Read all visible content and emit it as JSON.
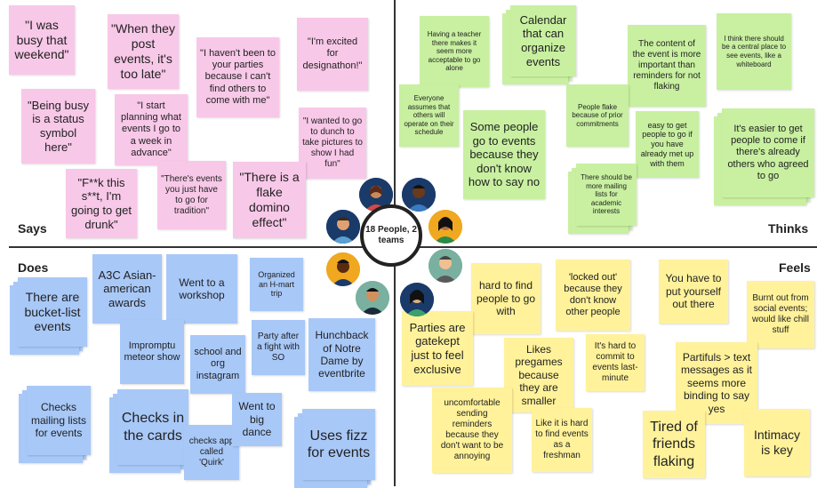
{
  "quadrants": {
    "says": "Says",
    "thinks": "Thinks",
    "does": "Does",
    "feels": "Feels"
  },
  "center": {
    "label": "18 People, 2 teams"
  },
  "says_notes": [
    "\"I was busy that weekend\"",
    "\"When they post events, it's too late\"",
    "\"I haven't been to your parties because I can't find others to come with me\"",
    "\"I'm excited for designathon!\"",
    "\"Being busy is a status symbol here\"",
    "\"I start planning what events I go to a week in advance\"",
    "\"I wanted to go to dunch to take pictures to show I had fun\"",
    "\"F**k this s**t, I'm going to get drunk\"",
    "\"There's events you just have to go for tradition\"",
    "\"There is a flake domino effect\""
  ],
  "thinks_notes": [
    "Having a teacher there makes it seem more acceptable to go alone",
    "Calendar that can organize events",
    "The content of the event is more important than reminders for not flaking",
    "I think there should be a central place to see events, like a whiteboard",
    "Everyone assumes that others will operate on their schedule",
    "Some people go to events because they don't know how to say no",
    "People flake because of prior commitments",
    "easy to get people to go if you have already met up with them",
    "It's easier to get people to come if there's already others who agreed to go",
    "There should be more mailing lists for academic interests"
  ],
  "does_notes": [
    "There are bucket-list events",
    "A3C Asian-american awards",
    "Went to a workshop",
    "Organized an H-mart trip",
    "Impromptu meteor show",
    "school and org instagram",
    "Party after a fight with SO",
    "Hunchback of Notre Dame by eventbrite",
    "Checks mailing lists for events",
    "Checks in the cards",
    "checks app called 'Quirk'",
    "Went to big dance",
    "Uses fizz for events"
  ],
  "feels_notes": [
    "hard to find people to go with",
    "'locked out' because they don't know other people",
    "You have to put yourself out there",
    "Burnt out from social events; would like chill stuff",
    "Parties are gatekept just to feel exclusive",
    "It's hard to commit to events last-minute",
    "Likes pregames because they are smaller",
    "Partifuls > text messages as it seems more binding to say yes",
    "uncomfortable sending reminders because they don't want to be annoying",
    "Like it is hard to find events as a freshman",
    "Tired of friends flaking",
    "Intimacy is key"
  ],
  "colors": {
    "says": "#f8c8e8",
    "thinks": "#c8f0a0",
    "does": "#a8c8f8",
    "feels": "#fff29a",
    "axis": "#333333"
  },
  "avatars": [
    "person-icon",
    "person-icon",
    "person-icon",
    "person-icon",
    "person-icon",
    "person-icon",
    "person-icon",
    "person-icon",
    "person-icon"
  ]
}
